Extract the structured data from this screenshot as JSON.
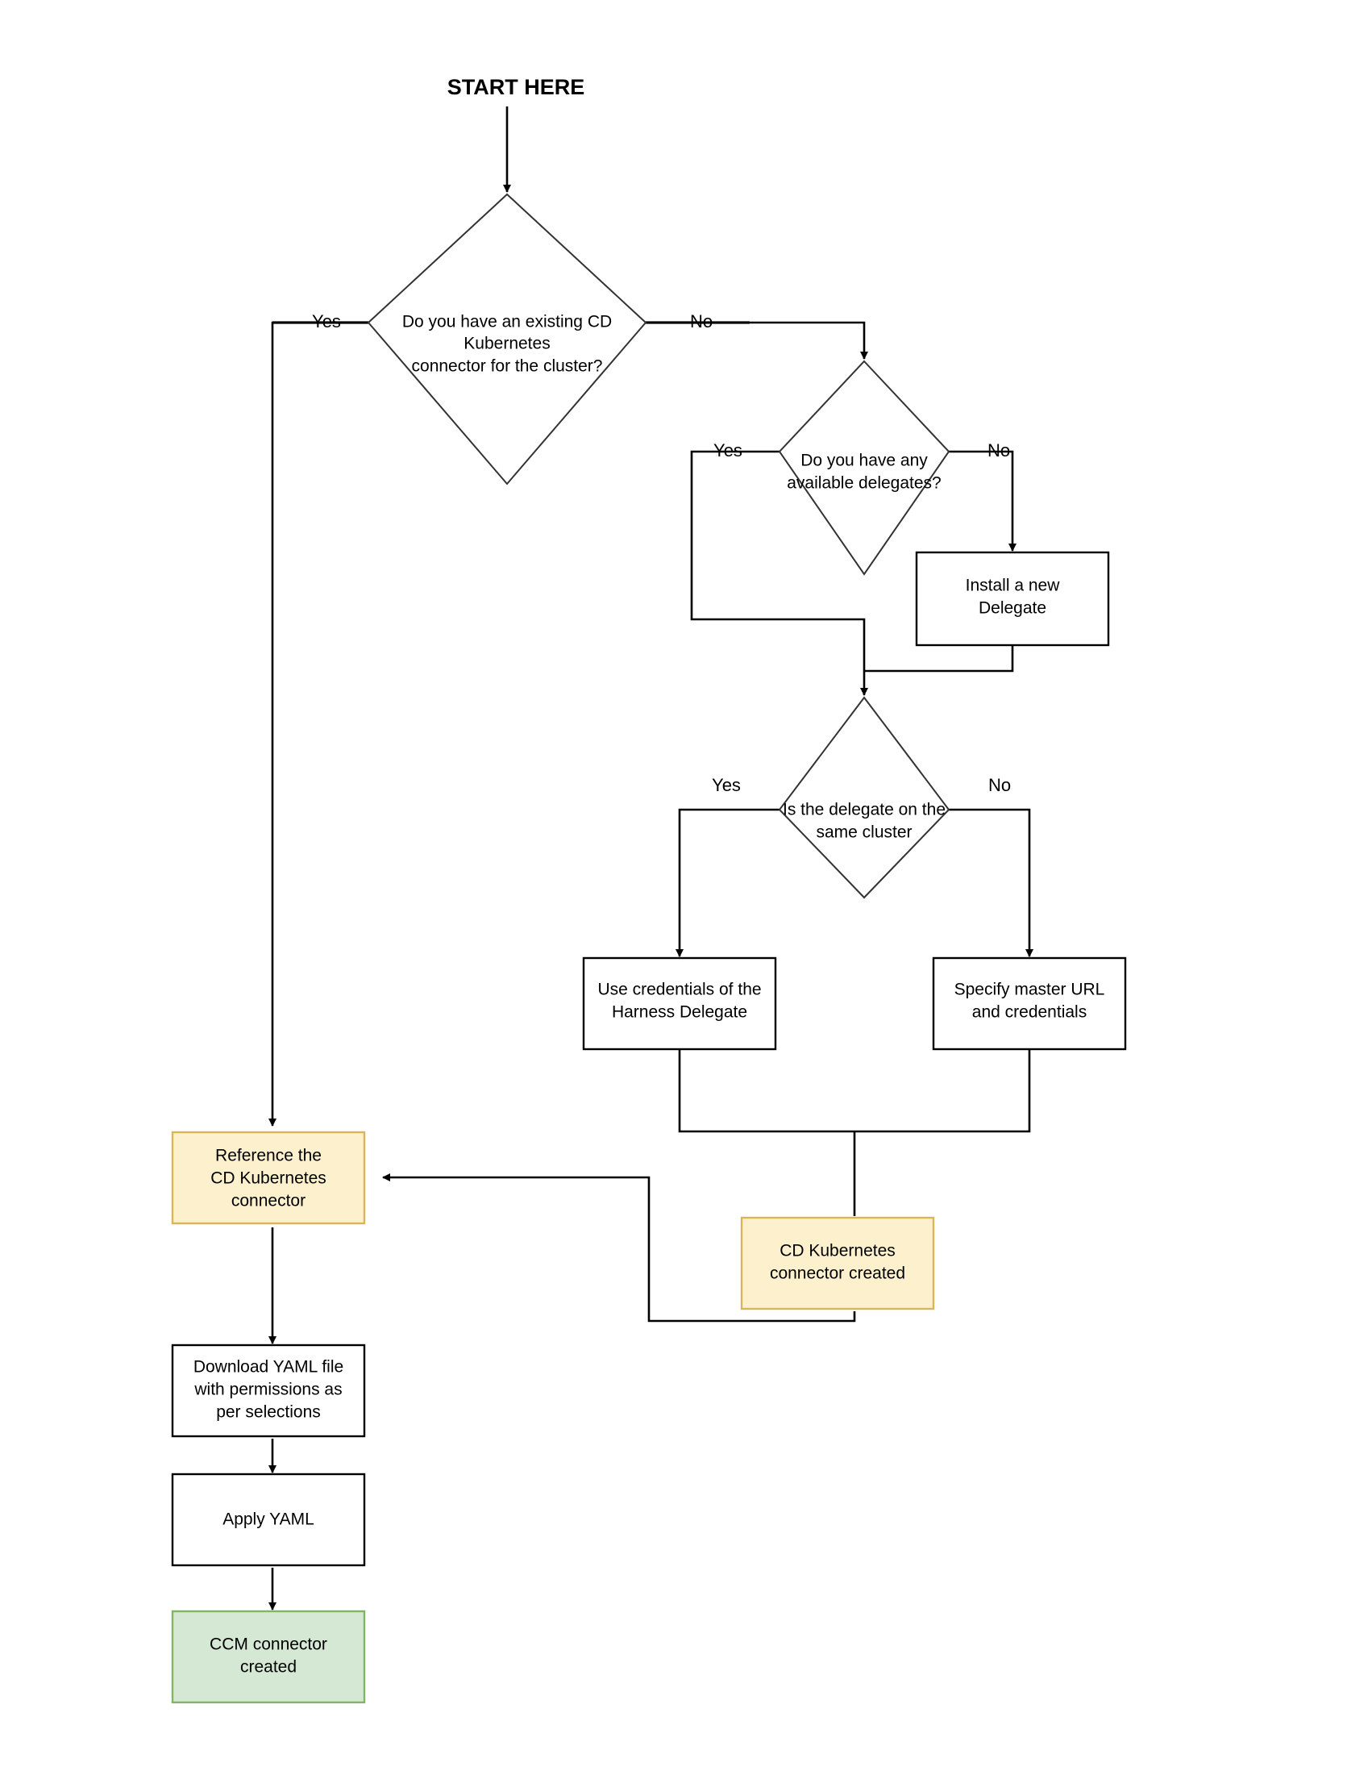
{
  "diagram": {
    "title": "START HERE",
    "colors": {
      "yellow_fill": "#fdf0cd",
      "yellow_stroke": "#d6b656",
      "green_fill": "#d5e8d4",
      "green_stroke": "#82b366",
      "edge": "#000000",
      "shape_stroke": "#000000",
      "background": "#ffffff"
    },
    "nodes": {
      "start": {
        "label": "START HERE",
        "type": "start-label"
      },
      "d1": {
        "type": "decision",
        "line1": "Do you have an existing CD",
        "line2": "Kubernetes",
        "line3": "connector for the cluster?"
      },
      "d2": {
        "type": "decision",
        "line1": "Do you have any",
        "line2": "available delegates?"
      },
      "d3": {
        "type": "decision",
        "line1": "Is the delegate on the",
        "line2": "same cluster"
      },
      "install_delegate": {
        "type": "process",
        "line1": "Install a new",
        "line2": "Delegate"
      },
      "use_credentials": {
        "type": "process",
        "line1": "Use credentials of the",
        "line2": "Harness Delegate"
      },
      "specify_master_url": {
        "type": "process",
        "line1": "Specify master URL",
        "line2": "and credentials"
      },
      "reference_connector": {
        "type": "highlight-yellow",
        "line1": "Reference the",
        "line2": "CD Kubernetes",
        "line3": "connector"
      },
      "cd_connector_created": {
        "type": "highlight-yellow",
        "line1": "CD Kubernetes",
        "line2": "connector created"
      },
      "download_yaml": {
        "type": "process",
        "line1": "Download YAML file",
        "line2": "with permissions as",
        "line3": "per selections"
      },
      "apply_yaml": {
        "type": "process",
        "line1": "Apply YAML"
      },
      "ccm_connector_created": {
        "type": "highlight-green",
        "line1": "CCM connector",
        "line2": "created"
      }
    },
    "edge_labels": {
      "d1_yes": "Yes",
      "d1_no": "No",
      "d2_yes": "Yes",
      "d2_no": "No",
      "d3_yes": "Yes",
      "d3_no": "No"
    }
  }
}
